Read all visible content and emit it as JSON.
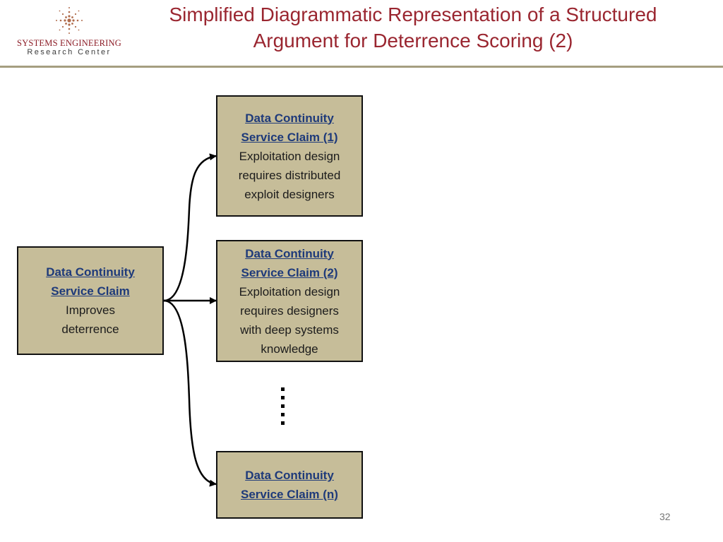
{
  "logo": {
    "line1": "SYSTEMS ENGINEERING",
    "line2": "Research Center",
    "colors": {
      "primary": "#8c1c26",
      "secondary": "#3b3b3b"
    }
  },
  "title": "Simplified Diagrammatic Representation of a Structured Argument for Deterrence Scoring (2)",
  "diagram": {
    "root": {
      "head_lines": [
        "Data Continuity",
        "Service Claim"
      ],
      "body_lines": [
        "Improves",
        "deterrence"
      ]
    },
    "claims": [
      {
        "head_lines": [
          "Data Continuity",
          "Service Claim (1)"
        ],
        "body_lines": [
          "Exploitation design",
          "requires distributed",
          "exploit designers"
        ]
      },
      {
        "head_lines": [
          "Data Continuity",
          "Service Claim (2)"
        ],
        "body_lines": [
          "Exploitation design",
          "requires designers",
          "with deep systems",
          "knowledge"
        ]
      },
      {
        "head_lines": [
          "Data Continuity",
          "Service Claim (n)"
        ],
        "body_lines": []
      }
    ],
    "colors": {
      "box_fill": "#c6bd99",
      "border": "#111111",
      "heading_link": "#1e3a7a"
    }
  },
  "page_number": "32",
  "colors": {
    "title": "#9a2630",
    "rule": "#a59e80"
  }
}
